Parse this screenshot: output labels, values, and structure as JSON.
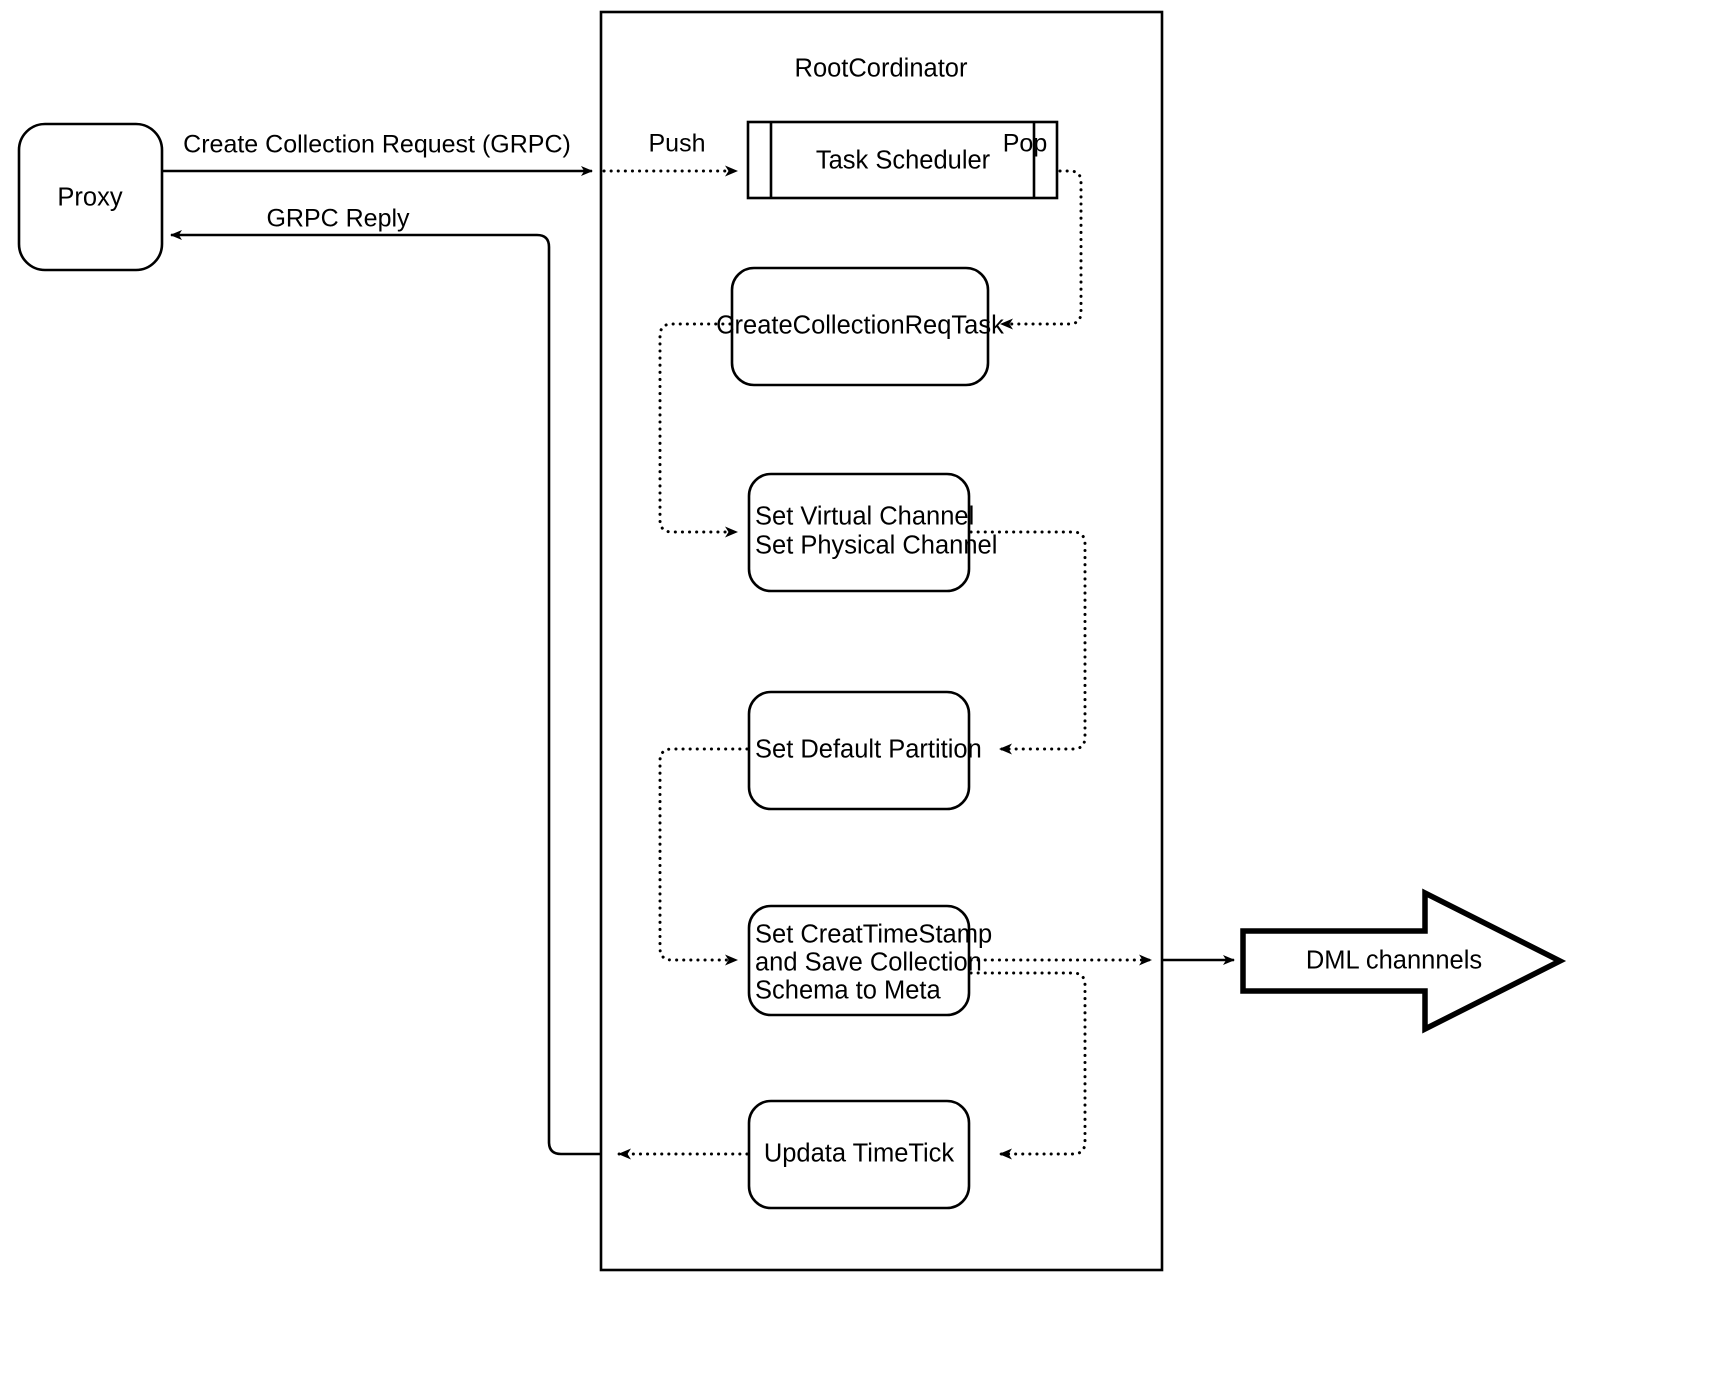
{
  "diagram": {
    "kind": "flowchart",
    "title_node": "RootCordinator",
    "nodes": {
      "proxy": {
        "label": "Proxy",
        "shape": "rounded-rect"
      },
      "root_frame": {
        "label": "RootCordinator",
        "shape": "rect"
      },
      "task_scheduler": {
        "label": "Task Scheduler",
        "shape": "queue-rect"
      },
      "create_collection_req_task": {
        "label": "CreateCollectionReqTask",
        "shape": "rounded-rect"
      },
      "set_channels": {
        "line1": "Set Virtual Channel",
        "line2": "Set Physical Channel",
        "shape": "rounded-rect"
      },
      "set_default_partition": {
        "label": "Set Default Partition",
        "shape": "rounded-rect"
      },
      "set_create_timestamp": {
        "line1": "Set CreatTimeStamp",
        "line2": "and Save Collection",
        "line3": "Schema to Meta",
        "shape": "rounded-rect"
      },
      "update_timetick": {
        "label": "Updata TimeTick",
        "shape": "rounded-rect"
      },
      "dml_channels": {
        "label": "DML channnels",
        "shape": "block-arrow-right"
      }
    },
    "edge_labels": {
      "create_collection_request": "Create Collection Request (GRPC)",
      "grpc_reply": "GRPC Reply",
      "push": "Push",
      "pop": "Pop"
    },
    "colors": {
      "stroke": "#000000",
      "fill": "#ffffff",
      "text": "#000000"
    }
  }
}
